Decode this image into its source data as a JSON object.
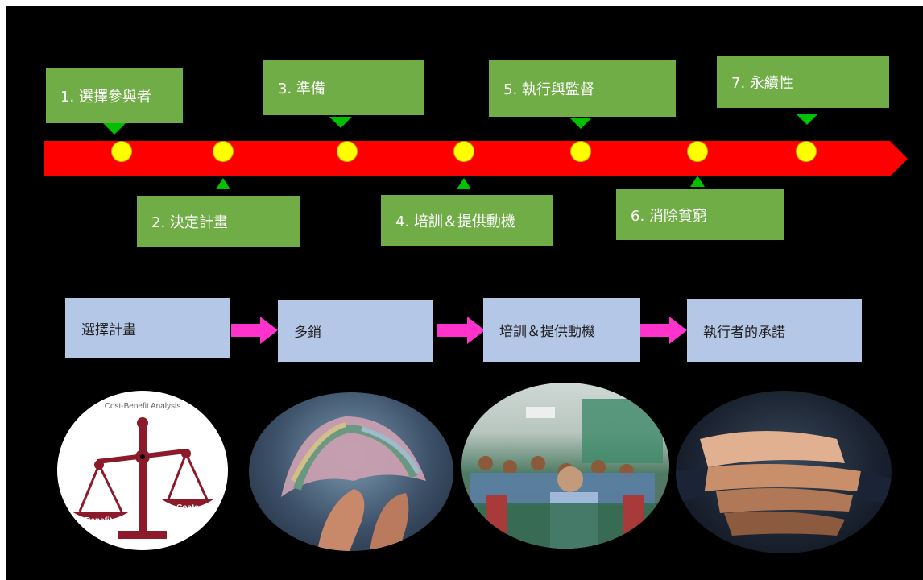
{
  "timeline": {
    "steps": [
      {
        "label": "1. 選擇參與者"
      },
      {
        "label": "2. 決定計畫"
      },
      {
        "label": "3. 準備"
      },
      {
        "label": "4. 培訓＆提供動機"
      },
      {
        "label": "5. 執行與監督"
      },
      {
        "label": "6. 消除貧窮"
      },
      {
        "label": "7. 永續性"
      }
    ]
  },
  "flow": {
    "boxes": [
      {
        "label": "選擇計畫"
      },
      {
        "label": "多銷"
      },
      {
        "label": "培訓＆提供動機"
      },
      {
        "label": "執行者的承諾"
      }
    ]
  },
  "images": {
    "cost_benefit": {
      "title": "Cost-Benefit Analysis",
      "left_label": "Benefits",
      "right_label": "Costs"
    }
  },
  "colors": {
    "background": "#000000",
    "timeline": "#ff0000",
    "step_box": "#70ad47",
    "marker": "#00c000",
    "dot": "#ffff00",
    "flow_box": "#b4c7e7",
    "flow_arrow": "#ff33cc"
  }
}
